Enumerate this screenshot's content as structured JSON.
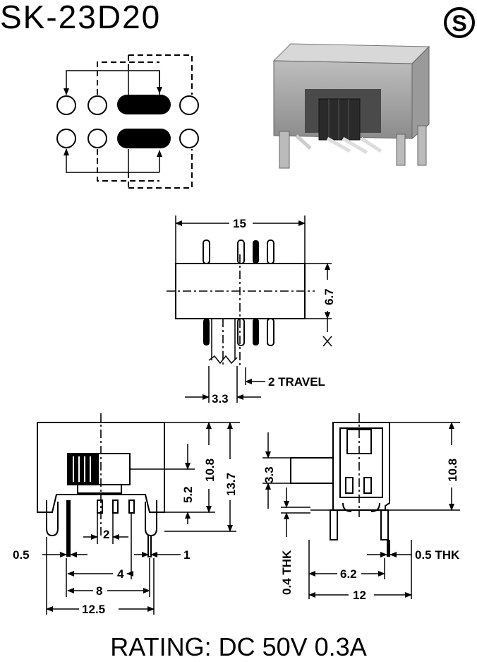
{
  "title": "SK-23D20",
  "logo_letter": "S",
  "rating": "RATING: DC 50V 0.3A",
  "dimensions": {
    "top_width": "15",
    "top_height": "6.7",
    "travel": "2 TRAVEL",
    "knob_width": "3.3",
    "front_inner_height": "5.2",
    "front_height": "10.8",
    "front_total_height": "13.7",
    "pin_pitch": "2",
    "pin_width_left": "0.5",
    "pin_offset_right": "1",
    "pin_span_4": "4",
    "pin_span_8": "8",
    "outer_width": "12.5",
    "side_knob": "3.3",
    "side_height": "10.8",
    "plate_thk": "0.4 THK",
    "pin_thk": "0.5 THK",
    "side_pitch": "6.2",
    "side_width": "12"
  }
}
